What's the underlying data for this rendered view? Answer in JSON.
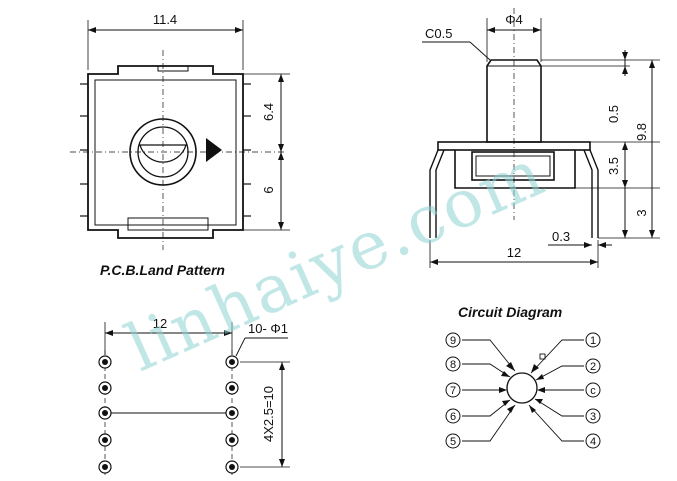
{
  "top_view": {
    "width_dim": "11.4",
    "height_upper_dim": "6.4",
    "height_lower_dim": "6"
  },
  "side_view": {
    "chamfer_label": "C0.5",
    "shaft_dia": "Φ4",
    "dim_shaft_top": "0.5",
    "dim_total_height": "9.8",
    "dim_body_height": "3.5",
    "dim_pin_length": "3",
    "dim_width": "12",
    "dim_pin_thickness": "0.3"
  },
  "pcb": {
    "title": "P.C.B.Land Pattern",
    "width_dim": "12",
    "hole_label": "10- Φ1",
    "pitch_label": "4X2.5=10"
  },
  "circuit": {
    "title": "Circuit Diagram",
    "pins_left": [
      "9",
      "8",
      "7",
      "6",
      "5"
    ],
    "pins_right": [
      "1",
      "2",
      "c",
      "3",
      "4"
    ]
  },
  "watermark": "linhaiye.com"
}
